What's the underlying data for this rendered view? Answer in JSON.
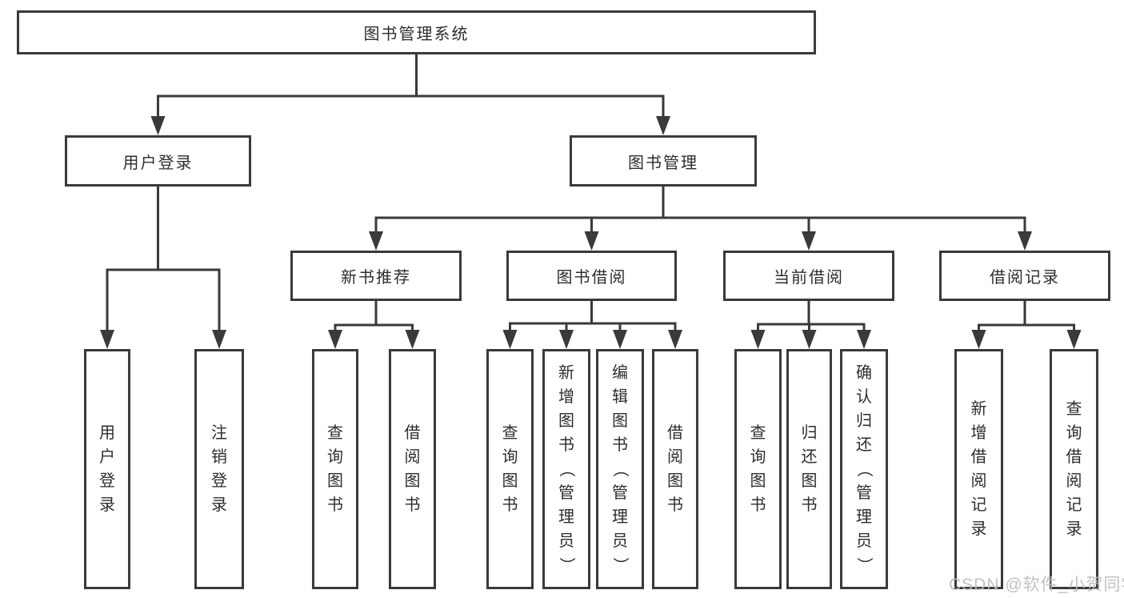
{
  "diagram_title": "图书管理系统",
  "nodes": {
    "root": "图书管理系统",
    "user_login": "用户登录",
    "book_management": "图书管理",
    "new_book_recommend": "新书推荐",
    "book_borrowing": "图书借阅",
    "current_borrowing": "当前借阅",
    "borrowing_records": "借阅记录",
    "leaf_user_login": "用户登录",
    "leaf_logout": "注销登录",
    "leaf_query_books_1": "查询图书",
    "leaf_borrow_books_1": "借阅图书",
    "leaf_query_books_2": "查询图书",
    "leaf_add_book_admin": "新增图书（管理员）",
    "leaf_edit_book_admin": "编辑图书（管理员）",
    "leaf_borrow_books_2": "借阅图书",
    "leaf_query_books_3": "查询图书",
    "leaf_return_books": "归还图书",
    "leaf_confirm_return_admin": "确认归还（管理员）",
    "leaf_add_borrow_record": "新增借阅记录",
    "leaf_query_borrow_record": "查询借阅记录"
  },
  "hierarchy": {
    "root": [
      "user_login",
      "book_management"
    ],
    "user_login": [
      "leaf_user_login",
      "leaf_logout"
    ],
    "book_management": [
      "new_book_recommend",
      "book_borrowing",
      "current_borrowing",
      "borrowing_records"
    ],
    "new_book_recommend": [
      "leaf_query_books_1",
      "leaf_borrow_books_1"
    ],
    "book_borrowing": [
      "leaf_query_books_2",
      "leaf_add_book_admin",
      "leaf_edit_book_admin",
      "leaf_borrow_books_2"
    ],
    "current_borrowing": [
      "leaf_query_books_3",
      "leaf_return_books",
      "leaf_confirm_return_admin"
    ],
    "borrowing_records": [
      "leaf_add_borrow_record",
      "leaf_query_borrow_record"
    ]
  },
  "watermark": "CSDN @软件_小贺同学",
  "colors": {
    "line": "#3a3a3a",
    "text": "#2d2d2d",
    "background": "#ffffff",
    "watermark": "#bcbcbc"
  }
}
